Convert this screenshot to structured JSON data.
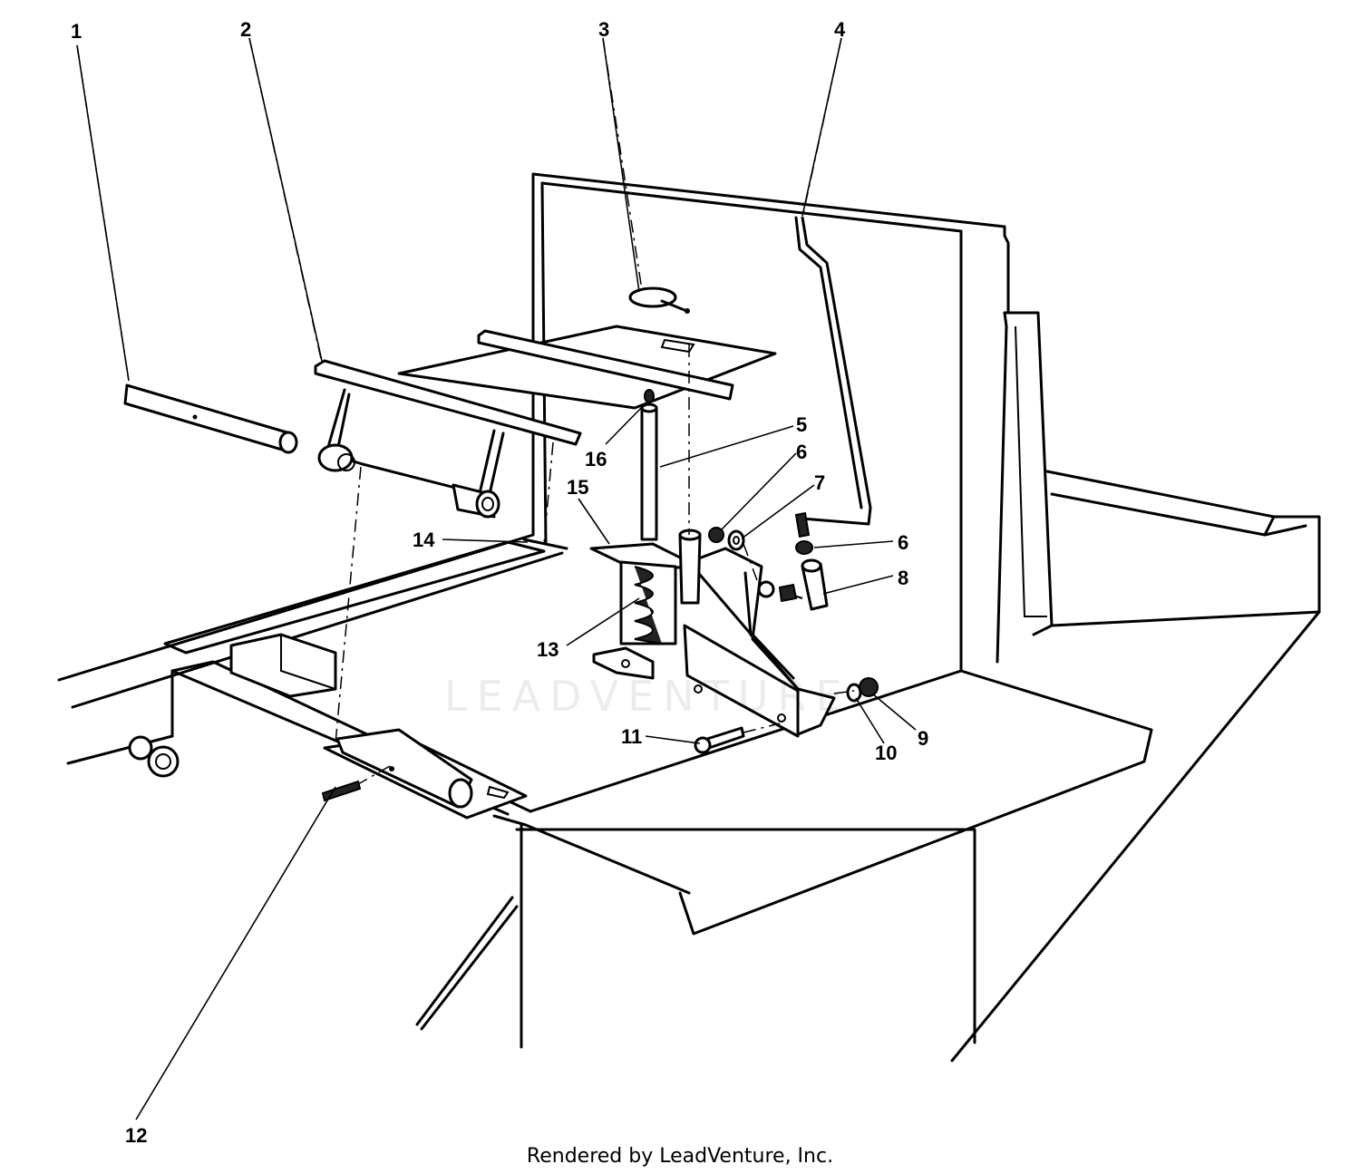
{
  "callouts": [
    {
      "id": "1",
      "text": "1"
    },
    {
      "id": "2",
      "text": "2"
    },
    {
      "id": "3",
      "text": "3"
    },
    {
      "id": "4",
      "text": "4"
    },
    {
      "id": "5",
      "text": "5"
    },
    {
      "id": "6a",
      "text": "6"
    },
    {
      "id": "6b",
      "text": "6"
    },
    {
      "id": "7",
      "text": "7"
    },
    {
      "id": "8",
      "text": "8"
    },
    {
      "id": "9",
      "text": "9"
    },
    {
      "id": "10",
      "text": "10"
    },
    {
      "id": "11",
      "text": "11"
    },
    {
      "id": "12",
      "text": "12"
    },
    {
      "id": "13",
      "text": "13"
    },
    {
      "id": "14",
      "text": "14"
    },
    {
      "id": "15",
      "text": "15"
    },
    {
      "id": "16",
      "text": "16"
    }
  ],
  "watermark": "LEADVENTURE",
  "footer": "Rendered by LeadVenture, Inc."
}
